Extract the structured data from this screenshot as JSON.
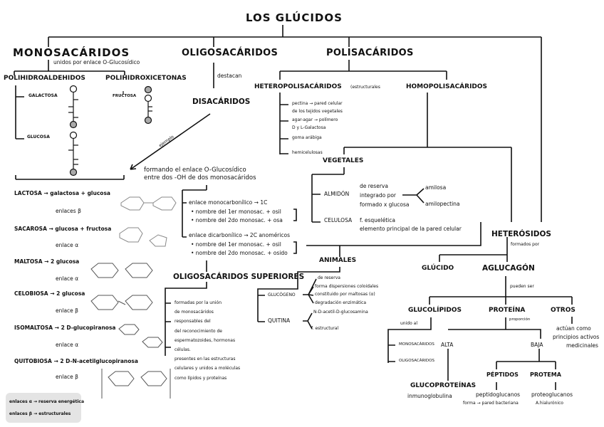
{
  "title": "LOS GLÚCIDOS",
  "mono": {
    "title": "MONOSACÁRIDOS",
    "link": "unidos por enlace O-Glucosídico",
    "aldo": "POLIHIDROALDEHIDOS",
    "ceto": "POLIHIDROXICETONAS",
    "galactosa": "GALACTOSA",
    "glucosa": "GLUCOSA",
    "fructosa": "FRUCTOSA"
  },
  "oligo": {
    "title": "OLIGOSACÁRIDOS",
    "destacan": "destacan",
    "disacaridos": "DISACÁRIDOS",
    "ejemplo": "ejemplo",
    "formando": [
      "formando el enlace O-Glucosídico",
      "entre dos -OH de dos monosacáridos"
    ],
    "mono_enlace": "enlace monocarbonílico → 1C",
    "mono_items": [
      "• nombre del 1er monosac. + osil",
      "• nombre del 2do monosac. + osa"
    ],
    "di_enlace": "enlace dicarbonílico → 2C anoméricos",
    "di_items": [
      "• nombre del 1er monosac. + osil",
      "• nombre del 2do monosac. + osido"
    ],
    "examples": [
      {
        "name": "LACTOSA → galactosa + glucosa",
        "bond": "enlaces β"
      },
      {
        "name": "SACAROSA → glucosa + fructosa",
        "bond": "enlace α"
      },
      {
        "name": "MALTOSA → 2 glucosa",
        "bond": "enlace α"
      },
      {
        "name": "CELOBIOSA → 2 glucosa",
        "bond": "enlace β"
      },
      {
        "name": "ISOMALTOSA → 2 D-glucopiranosa",
        "bond": "enlace α"
      },
      {
        "name": "QUITOBIOSA → 2 D-N-acetilglucopiranosa",
        "bond": "enlace β"
      }
    ],
    "legend": [
      "enlaces α → reserva energética",
      "enlaces β → estructurales"
    ],
    "superiores": "OLIGOSACÁRIDOS SUPERIORES",
    "sup_items": [
      "formadas por la unión",
      "de monosacáridos",
      "responsables del",
      "del reconocimiento de",
      "espermatozoides, hormonas",
      "células.",
      "presentes en las estructuras",
      "celulares y unidos a moléculas",
      "como lípidos y proteínas"
    ]
  },
  "poli": {
    "title": "POLISACÁRIDOS",
    "hetero": "HETEROPOLISACÁRIDOS",
    "hetero_note": "(estructurales",
    "hetero_items": [
      "pectina → pared celular",
      "de los tejidos vegetales",
      "agar-agar → polímero",
      "D y L-Galactosa",
      "goma arábiga",
      "hemicelulosas"
    ],
    "homo": "HOMOPOLISACÁRIDOS",
    "vegetales": "VEGETALES",
    "almidon": "ALMIDÓN",
    "almidon_items": [
      "de reserva",
      "integrado por",
      "formado x glucosa"
    ],
    "amilosa": "amilosa",
    "amilopectina": "amilopectina",
    "celulosa": "CELULOSA",
    "celulosa_items": [
      "f. esquelética",
      "elemento principal de la pared celular"
    ],
    "animales": "ANIMALES",
    "glucogeno": "GLUCÓGENO",
    "glucogeno_items": [
      "de reserva",
      "forma dispersiones coloidales",
      "constituido por maltosas (α)",
      "degradación enzimática"
    ],
    "quitina": "QUITINA",
    "quitina_items": [
      "N-D-acetil-D-glucosamina",
      "f. estructural"
    ]
  },
  "hetero": {
    "title": "HETERÓSIDOS",
    "formados": "formados por",
    "glucido": "GLÚCIDO",
    "aglucagon": "AGLUCAGÓN",
    "pueden": "pueden ser",
    "glucolipidos": "GLUCOLÍPIDOS",
    "unido": "unido al",
    "monosac": "MONOSACÁRIDOS",
    "oligosac": "OLIGOSACÁRIDOS",
    "proteina": "PROTEÍNA",
    "proporcion": "proporción",
    "alta": "ALTA",
    "baja": "BAJA",
    "glucoproteinas": "GLUCOPROTEÍNAS",
    "inmuno": "inmunoglobulina",
    "peptidos": "PÉPTIDOS",
    "peptidoglucanos": "peptidoglucanos",
    "pared": "forma → pared bacteriana",
    "protema": "PROTEMA",
    "proteoglucanos": "proteoglucanos",
    "hialuronico": "A.hialurónico",
    "otros": "OTROS",
    "otros_items": [
      "actúan como",
      "principios activos",
      "medicinales"
    ]
  },
  "colors": {
    "ink": "#111111",
    "circle_fill": "#aaaaaa",
    "legend_bg": "#e4e4e4",
    "structure": "#888888"
  }
}
